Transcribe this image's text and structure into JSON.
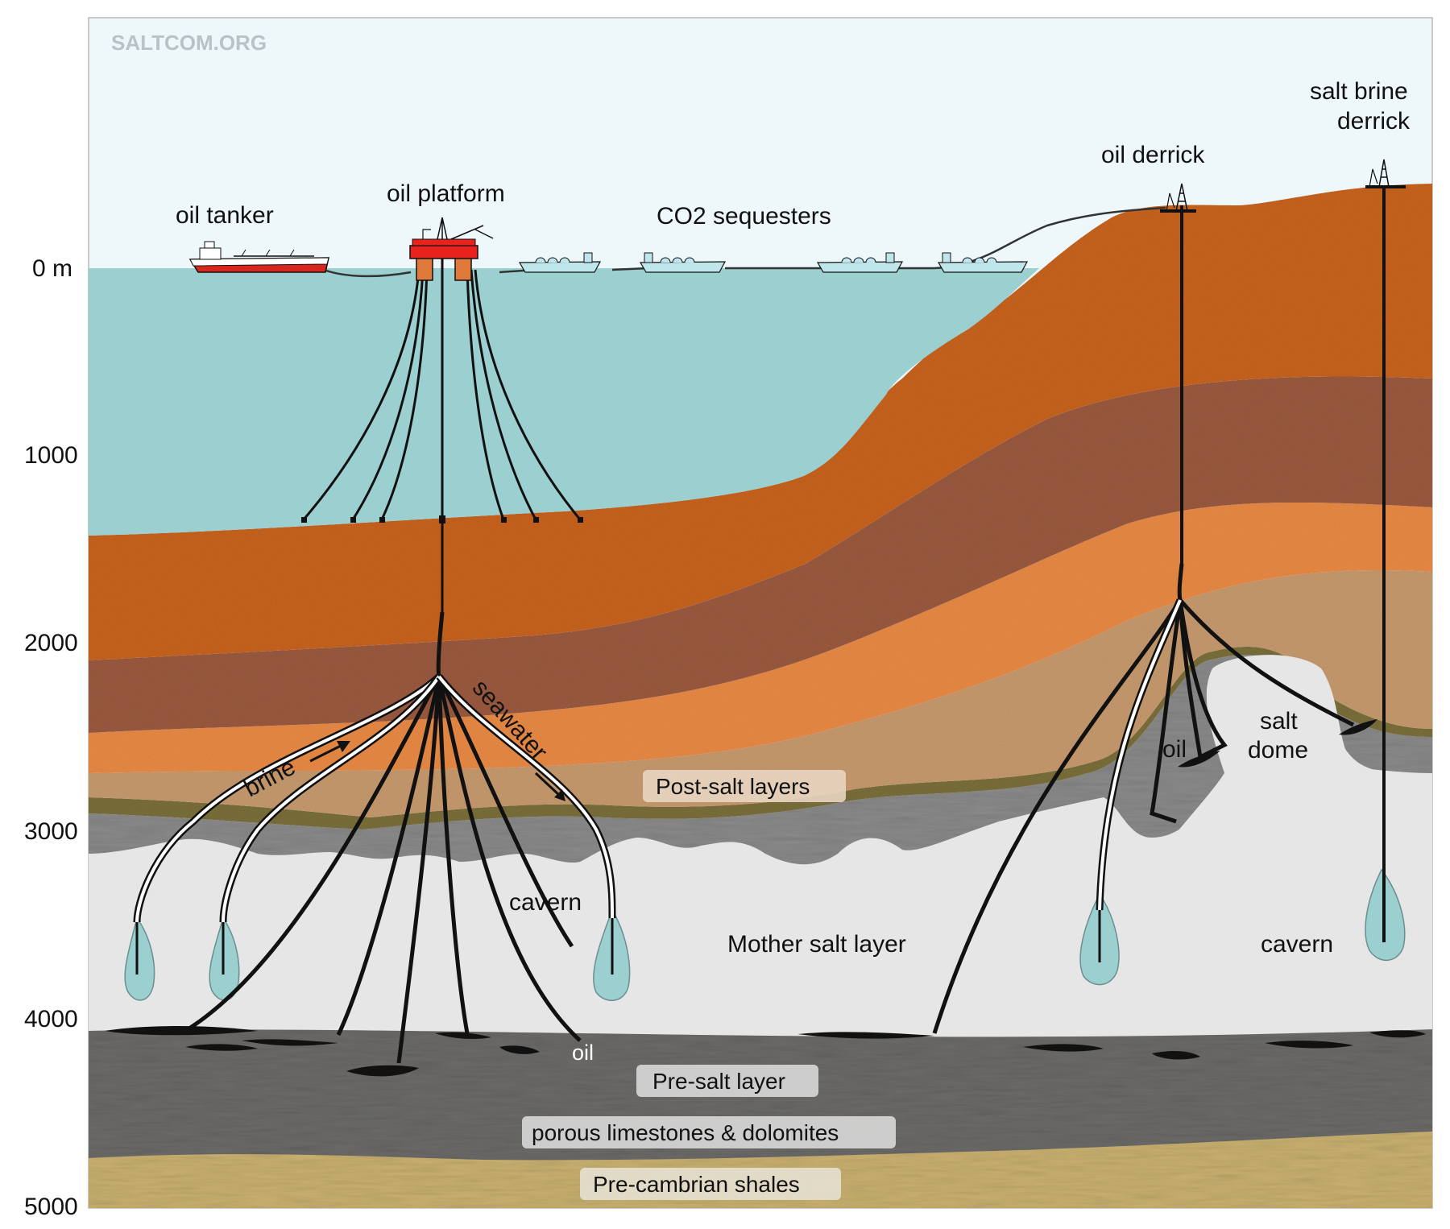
{
  "watermark": "SALTCOM.ORG",
  "depth_axis": [
    "0 m",
    "1000",
    "2000",
    "3000",
    "4000",
    "5000"
  ],
  "labels": {
    "oil_tanker": "oil tanker",
    "oil_platform": "oil platform",
    "co2_sequesters": "CO2 sequesters",
    "oil_derrick": "oil derrick",
    "salt_brine_derrick_line1": "salt brine",
    "salt_brine_derrick_line2": "derrick",
    "brine": "brine",
    "seawater": "seawater",
    "post_salt_layers": "Post-salt layers",
    "cavern_left": "cavern",
    "mother_salt_layer": "Mother salt layer",
    "cavern_right": "cavern",
    "oil_presalt": "oil",
    "pre_salt_layer": "Pre-salt layer",
    "porous_limestones": "porous limestones & dolomites",
    "precambrian_shales": "Pre-cambrian shales",
    "oil_dome": "oil",
    "salt_dome_line1": "salt",
    "salt_dome_line2": "dome"
  },
  "colors": {
    "sky": "#eef8fa",
    "sea": "#9ccfcf",
    "orange_dark": "#c8631f",
    "brown_speckle": "#9a5a3f",
    "orange_light": "#e98a45",
    "tan": "#c79a6e",
    "salt": "#e6e6e6",
    "presalt": "#6b6a68",
    "shales": "#c9b070",
    "pipe": "#111111"
  }
}
